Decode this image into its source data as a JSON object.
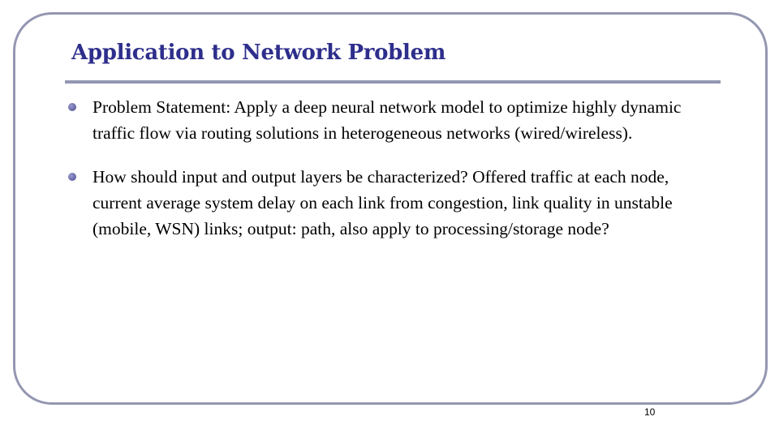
{
  "slide": {
    "title": "Application to Network Problem",
    "bullets": [
      {
        "text": "Problem Statement: Apply a deep neural network model to optimize highly dynamic traffic flow via routing solutions in heterogeneous networks (wired/wireless)."
      },
      {
        "text": "How should input and output layers be characterized? Offered traffic at each node, current average system delay on each link from congestion, link quality in unstable (mobile, WSN) links; output: path, also apply to processing/storage node?"
      }
    ],
    "page_number": "10"
  },
  "theme": {
    "frame_color": "#9497b1",
    "title_color": "#2e2e8c",
    "bullet_color": "#6a6aa8",
    "text_color": "#000000"
  }
}
